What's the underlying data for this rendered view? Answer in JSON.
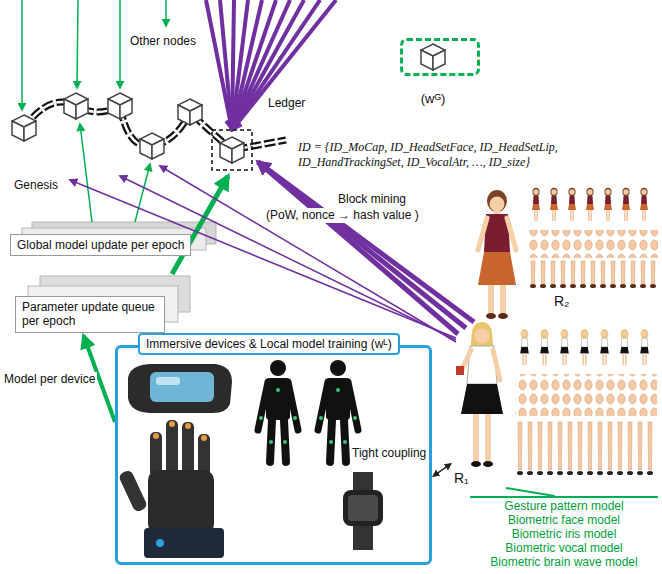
{
  "diagram": {
    "nodes": [
      {
        "text": [
          "(wᴳ)"
        ]
      },
      {
        "text": [
          "Global model update per epoch"
        ]
      },
      {
        "text": [
          "Parameter update queue per epoch"
        ]
      },
      {
        "text": [
          "Immersive devices & Local model training (wᴸ)"
        ]
      },
      {
        "text": [
          "R₂"
        ]
      },
      {
        "text": [
          "R₁"
        ]
      },
      {
        "text": [
          "Gesture pattern model",
          "Biometric face model",
          "Biometric iris model",
          "Biometric vocal model",
          "Biometric brain wave model"
        ]
      }
    ],
    "edges": [
      {
        "from": 3,
        "to": 2,
        "arrow": "to",
        "label": "Model per device"
      },
      {
        "from": 3,
        "to": 5,
        "arrow": "both",
        "label": "Tight coupling"
      },
      {
        "from": 5,
        "to": 6,
        "arrow": "none"
      }
    ],
    "labels": [
      "Other nodes",
      "Ledger",
      "ID = {ID_MoCap, ID_HeadSetFace, ID_HeadSetLip, ID_HandTrackingSet, ID_VocalAtr, …, ID_size}",
      "Genesis",
      "Block mining",
      "(PoW, nonce → hash value )"
    ]
  }
}
